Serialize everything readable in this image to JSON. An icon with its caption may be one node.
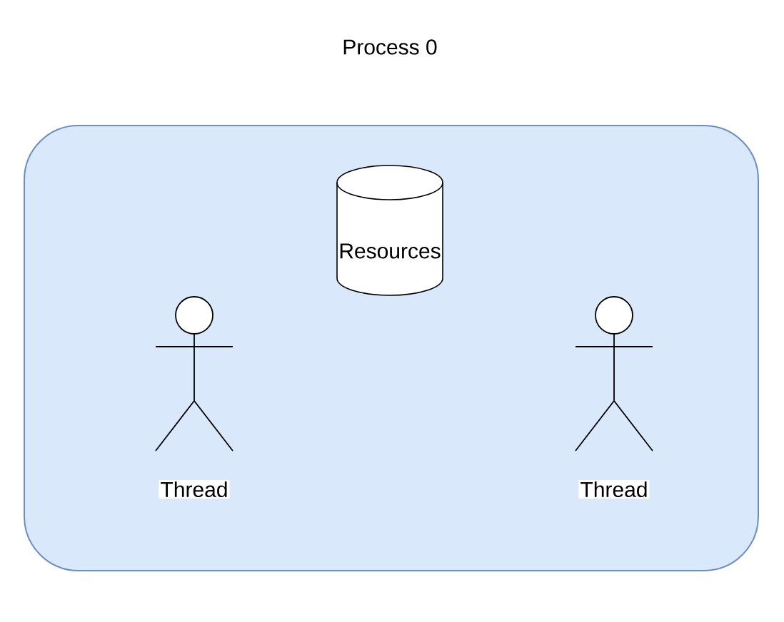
{
  "diagram": {
    "nodes": [
      {
        "text": [
          "Process 0"
        ]
      },
      {
        "text": [
          "Resources"
        ],
        "in": 0
      },
      {
        "text": [
          "Thread"
        ],
        "in": 0
      },
      {
        "text": [
          "Thread"
        ],
        "in": 0
      }
    ]
  }
}
